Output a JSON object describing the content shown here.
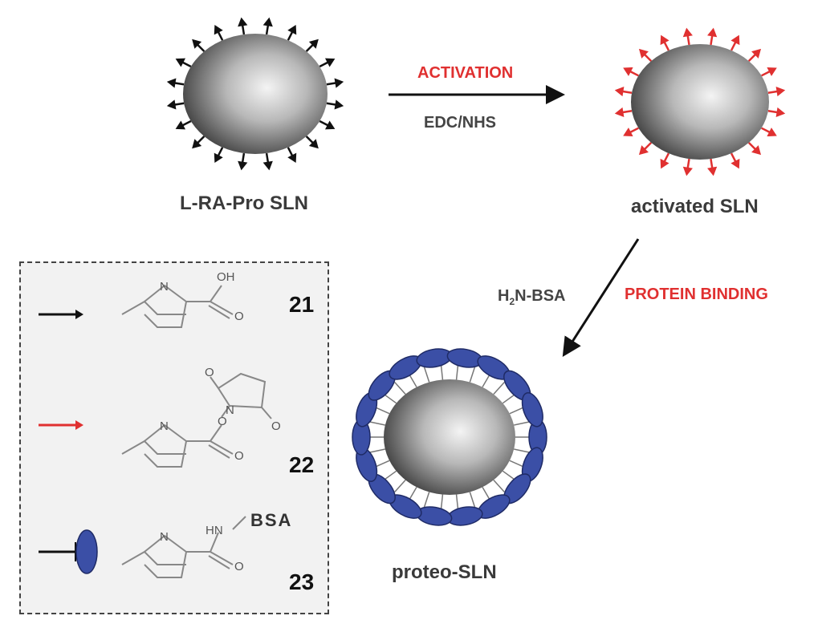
{
  "particles": {
    "start_label": "L-RA-Pro SLN",
    "activated_label": "activated SLN",
    "proteo_label": "proteo-SLN"
  },
  "steps": {
    "activation_title": "ACTIVATION",
    "activation_reagent": "EDC/NHS",
    "binding_title": "PROTEIN BINDING",
    "binding_reagent_prefix": "H",
    "binding_reagent_sub": "2",
    "binding_reagent_suffix": "N-BSA"
  },
  "legend": {
    "items": [
      {
        "number": "21",
        "symbol": "black-arrow",
        "atoms": {
          "n": "N",
          "oh": "OH",
          "o": "O"
        }
      },
      {
        "number": "22",
        "symbol": "red-arrow",
        "atoms": {
          "n": "N",
          "o_ester": "O",
          "o1": "O",
          "o2": "O",
          "n_ring": "N",
          "o3": "O"
        }
      },
      {
        "number": "23",
        "symbol": "blue-ellipse-stick",
        "atoms": {
          "n": "N",
          "hn": "HN",
          "o": "O",
          "bsa": "BSA"
        }
      }
    ]
  },
  "colors": {
    "activation_red": "#e03030",
    "protein_blue": "#3b4fa6",
    "linker_black": "#111111"
  }
}
